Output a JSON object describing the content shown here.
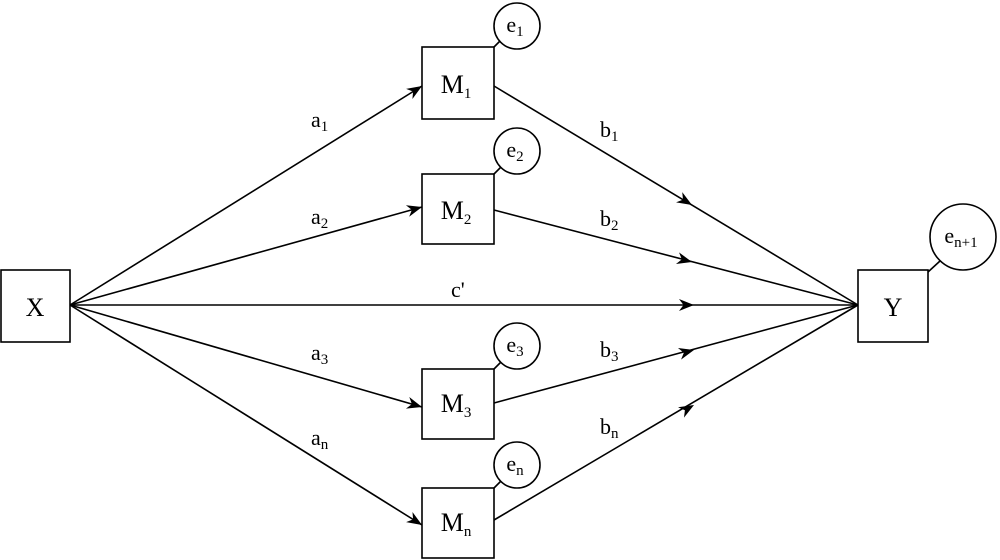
{
  "nodes": {
    "x": {
      "label": "X"
    },
    "y": {
      "label": "Y"
    },
    "m1": {
      "base": "M",
      "sub": "1"
    },
    "m2": {
      "base": "M",
      "sub": "2"
    },
    "m3": {
      "base": "M",
      "sub": "3"
    },
    "mn": {
      "base": "M",
      "sub": "n"
    }
  },
  "errors": {
    "e1": {
      "base": "e",
      "sub": "1"
    },
    "e2": {
      "base": "e",
      "sub": "2"
    },
    "e3": {
      "base": "e",
      "sub": "3"
    },
    "en": {
      "base": "e",
      "sub": "n"
    },
    "eY": {
      "base": "e",
      "sub": "n+1"
    }
  },
  "paths": {
    "a1": {
      "base": "a",
      "sub": "1"
    },
    "a2": {
      "base": "a",
      "sub": "2"
    },
    "a3": {
      "base": "a",
      "sub": "3"
    },
    "an": {
      "base": "a",
      "sub": "n"
    },
    "b1": {
      "base": "b",
      "sub": "1"
    },
    "b2": {
      "base": "b",
      "sub": "2"
    },
    "b3": {
      "base": "b",
      "sub": "3"
    },
    "bn": {
      "base": "b",
      "sub": "n"
    },
    "c": {
      "label": "c'"
    }
  }
}
